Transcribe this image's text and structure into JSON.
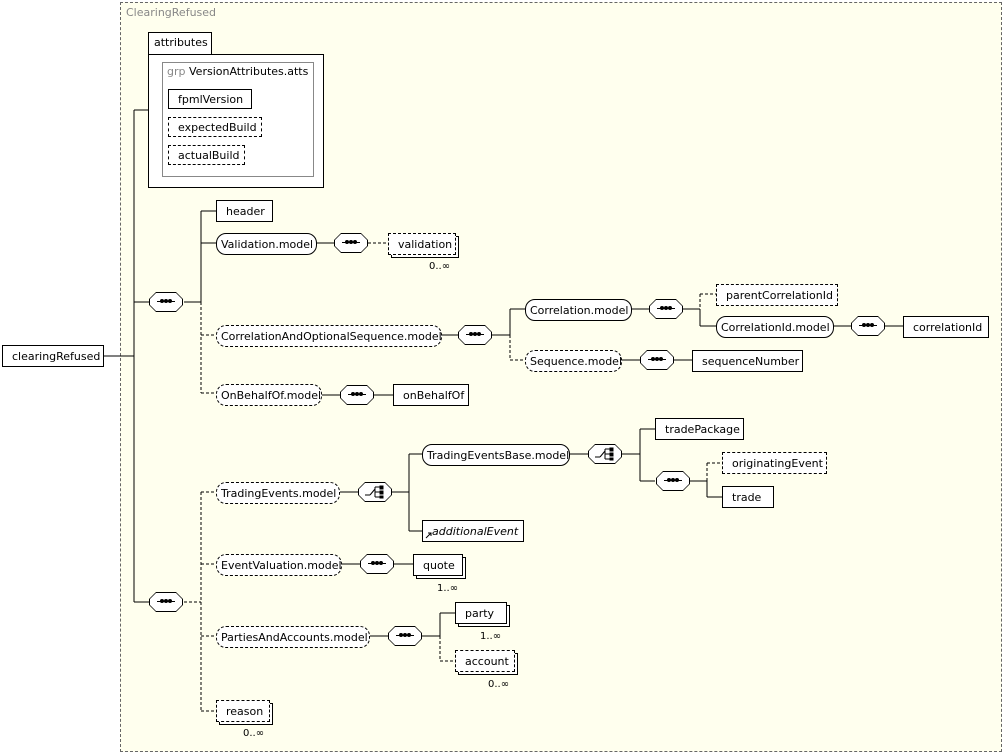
{
  "diagram": {
    "container_title": "ClearingRefused",
    "root": "clearingRefused",
    "attributes_tab": "attributes",
    "attribute_group": {
      "keyword": "grp",
      "name": "VersionAttributes.atts"
    },
    "attributes": [
      "fpmlVersion",
      "expectedBuild",
      "actualBuild"
    ],
    "nodes": {
      "header": "header",
      "validation_model": "Validation.model",
      "validation": "validation",
      "validation_card": "0..∞",
      "corr_opt_seq_model": "CorrelationAndOptionalSequence.model",
      "correlation_model": "Correlation.model",
      "parent_correlation_id": "parentCorrelationId",
      "correlation_id_model": "CorrelationId.model",
      "correlation_id": "correlationId",
      "sequence_model": "Sequence.model",
      "sequence_number": "sequenceNumber",
      "on_behalf_of_model": "OnBehalfOf.model",
      "on_behalf_of": "onBehalfOf",
      "trading_events_model": "TradingEvents.model",
      "trading_events_base_model": "TradingEventsBase.model",
      "trade_package": "tradePackage",
      "originating_event": "originatingEvent",
      "trade": "trade",
      "additional_event": "additionalEvent",
      "event_valuation_model": "EventValuation.model",
      "quote": "quote",
      "quote_card": "1..∞",
      "parties_and_accounts_model": "PartiesAndAccounts.model",
      "party": "party",
      "party_card": "1..∞",
      "account": "account",
      "account_card": "0..∞",
      "reason": "reason",
      "reason_card": "0..∞"
    }
  }
}
